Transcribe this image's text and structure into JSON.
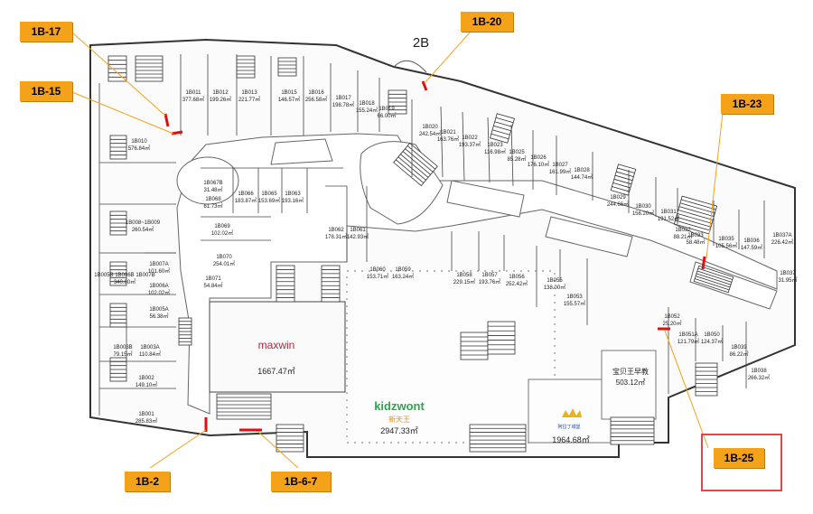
{
  "floor_label": "2B",
  "callouts": {
    "c1": "1B-17",
    "c2": "1B-15",
    "c3": "1B-20",
    "c4": "1B-23",
    "c5": "1B-2",
    "c6": "1B-6-7",
    "c7": "1B-25"
  },
  "anchors": {
    "maxwin_name": "maxwin",
    "maxwin_area": "1667.47㎡",
    "kidz_logo": "kidzwont",
    "kidz_sub": "新天王",
    "kidz_area": "2947.33㎡",
    "castle_logo": "阿拉丁城堡",
    "castle_area": "1964.68㎡",
    "baby_name": "宝贝王早教",
    "baby_area": "503.12㎡"
  },
  "units": [
    {
      "id": "1B011",
      "area": "377.68㎡"
    },
    {
      "id": "1B012",
      "area": "199.26㎡"
    },
    {
      "id": "1B013",
      "area": "221.77㎡"
    },
    {
      "id": "1B015",
      "area": "146.57㎡"
    },
    {
      "id": "1B016",
      "area": "256.58㎡"
    },
    {
      "id": "1B017",
      "area": "198.78㎡"
    },
    {
      "id": "1B018",
      "area": "155.24㎡"
    },
    {
      "id": "1B019",
      "area": "66.00㎡"
    },
    {
      "id": "1B020",
      "area": "242.54㎡"
    },
    {
      "id": "1B021",
      "area": "163.76㎡"
    },
    {
      "id": "1B022",
      "area": "193.37㎡"
    },
    {
      "id": "1B023",
      "area": "116.98㎡"
    },
    {
      "id": "1B025",
      "area": "85.28㎡"
    },
    {
      "id": "1B026",
      "area": "176.10㎡"
    },
    {
      "id": "1B027",
      "area": "161.99㎡"
    },
    {
      "id": "1B028",
      "area": "144.74㎡"
    },
    {
      "id": "1B029",
      "area": "244.66㎡"
    },
    {
      "id": "1B030",
      "area": "156.20㎡"
    },
    {
      "id": "1B031",
      "area": "191.52㎡"
    },
    {
      "id": "1B032",
      "area": "88.21㎡"
    },
    {
      "id": "1B033",
      "area": "58.48㎡"
    },
    {
      "id": "1B035",
      "area": "105.56㎡"
    },
    {
      "id": "1B036",
      "area": "147.59㎡"
    },
    {
      "id": "1B037A",
      "area": "226.42㎡"
    },
    {
      "id": "1B037",
      "area": "31.95㎡"
    },
    {
      "id": "1B010",
      "area": "576.84㎡"
    },
    {
      "id": "1B008~1B009",
      "area": "260.54㎡"
    },
    {
      "id": "1B005B 1B006B 1B007B",
      "area": "340.80㎡"
    },
    {
      "id": "1B007A",
      "area": "101.60㎡"
    },
    {
      "id": "1B006A",
      "area": "102.02㎡"
    },
    {
      "id": "1B005A",
      "area": "56.38㎡"
    },
    {
      "id": "1B003B",
      "area": "79.15㎡"
    },
    {
      "id": "1B003A",
      "area": "110.84㎡"
    },
    {
      "id": "1B002",
      "area": "149.10㎡"
    },
    {
      "id": "1B001",
      "area": "285.83㎡"
    },
    {
      "id": "1B067B",
      "area": "31.48㎡"
    },
    {
      "id": "1B068",
      "area": "61.73㎡"
    },
    {
      "id": "1B066",
      "area": "183.87㎡"
    },
    {
      "id": "1B065",
      "area": "153.69㎡"
    },
    {
      "id": "1B063",
      "area": "193.16㎡"
    },
    {
      "id": "1B069",
      "area": "102.02㎡"
    },
    {
      "id": "1B070",
      "area": "254.01㎡"
    },
    {
      "id": "1B071",
      "area": "54.84㎡"
    },
    {
      "id": "1B062",
      "area": "178.31㎡"
    },
    {
      "id": "1B061",
      "area": "142.93㎡"
    },
    {
      "id": "1B060",
      "area": "153.71㎡"
    },
    {
      "id": "1B059",
      "area": "163.24㎡"
    },
    {
      "id": "1B058",
      "area": "229.15㎡"
    },
    {
      "id": "1B057",
      "area": "193.76㎡"
    },
    {
      "id": "1B056",
      "area": "252.42㎡"
    },
    {
      "id": "1B055",
      "area": "138.00㎡"
    },
    {
      "id": "1B053",
      "area": "155.57㎡"
    },
    {
      "id": "1B052",
      "area": "25.20㎡"
    },
    {
      "id": "1B051A",
      "area": "121.79㎡"
    },
    {
      "id": "1B050",
      "area": "124.37㎡"
    },
    {
      "id": "1B039",
      "area": "86.22㎡"
    },
    {
      "id": "1B038",
      "area": "266.32㎡"
    }
  ]
}
